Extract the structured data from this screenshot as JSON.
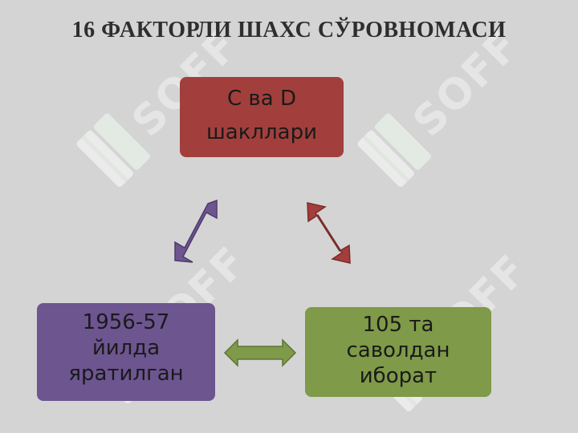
{
  "title": "16 ФАКТОРЛИ ШАХС СЎРОВНОМАСИ",
  "watermark": "SOFF",
  "boxes": {
    "top": {
      "line1": "С ва D",
      "line2": "шакллари",
      "color": "#a23f3c"
    },
    "left": {
      "line1": "1956-57",
      "line2": "йилда",
      "line3": "яратилган",
      "color": "#6d5590"
    },
    "right": {
      "line1": "105 та",
      "line2": "саволдан",
      "line3": "иборат",
      "color": "#7f9a48"
    }
  },
  "arrows": {
    "top_left": {
      "color": "#6d5590"
    },
    "top_right": {
      "color": "#a23f3c"
    },
    "bottom": {
      "color": "#7f9a48"
    }
  }
}
